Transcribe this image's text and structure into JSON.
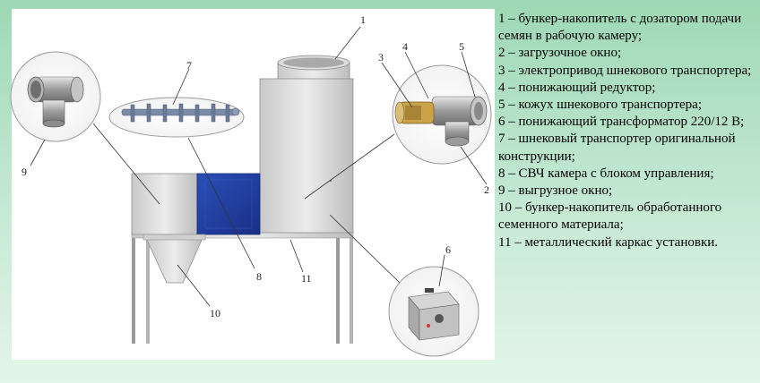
{
  "callout_numbers": [
    "1",
    "2",
    "3",
    "4",
    "5",
    "6",
    "7",
    "8",
    "9",
    "10",
    "11"
  ],
  "legend": [
    "1 – бункер-накопитель с дозатором подачи семян в рабочую камеру;",
    "2 – загрузочное окно;",
    "3 – электропривод шнекового транспортера;",
    "4 – понижающий редуктор;",
    "5 – кожух шнекового транспортера;",
    "6 – понижающий трансформатор 220/12 В;",
    "7 – шнековый транспортер оригинальной конструкции;",
    "8 – СВЧ камера с блоком управления;",
    "9 – выгрузное окно;",
    "10 – бункер-накопитель обработанного семенного материала;",
    "11 – металлический каркас установки."
  ],
  "colors": {
    "background_top": "#9ed8b5",
    "background_bottom": "#e4f5ea",
    "chamber_window": "#1f3ea3",
    "housing": "#d8d8d8"
  }
}
